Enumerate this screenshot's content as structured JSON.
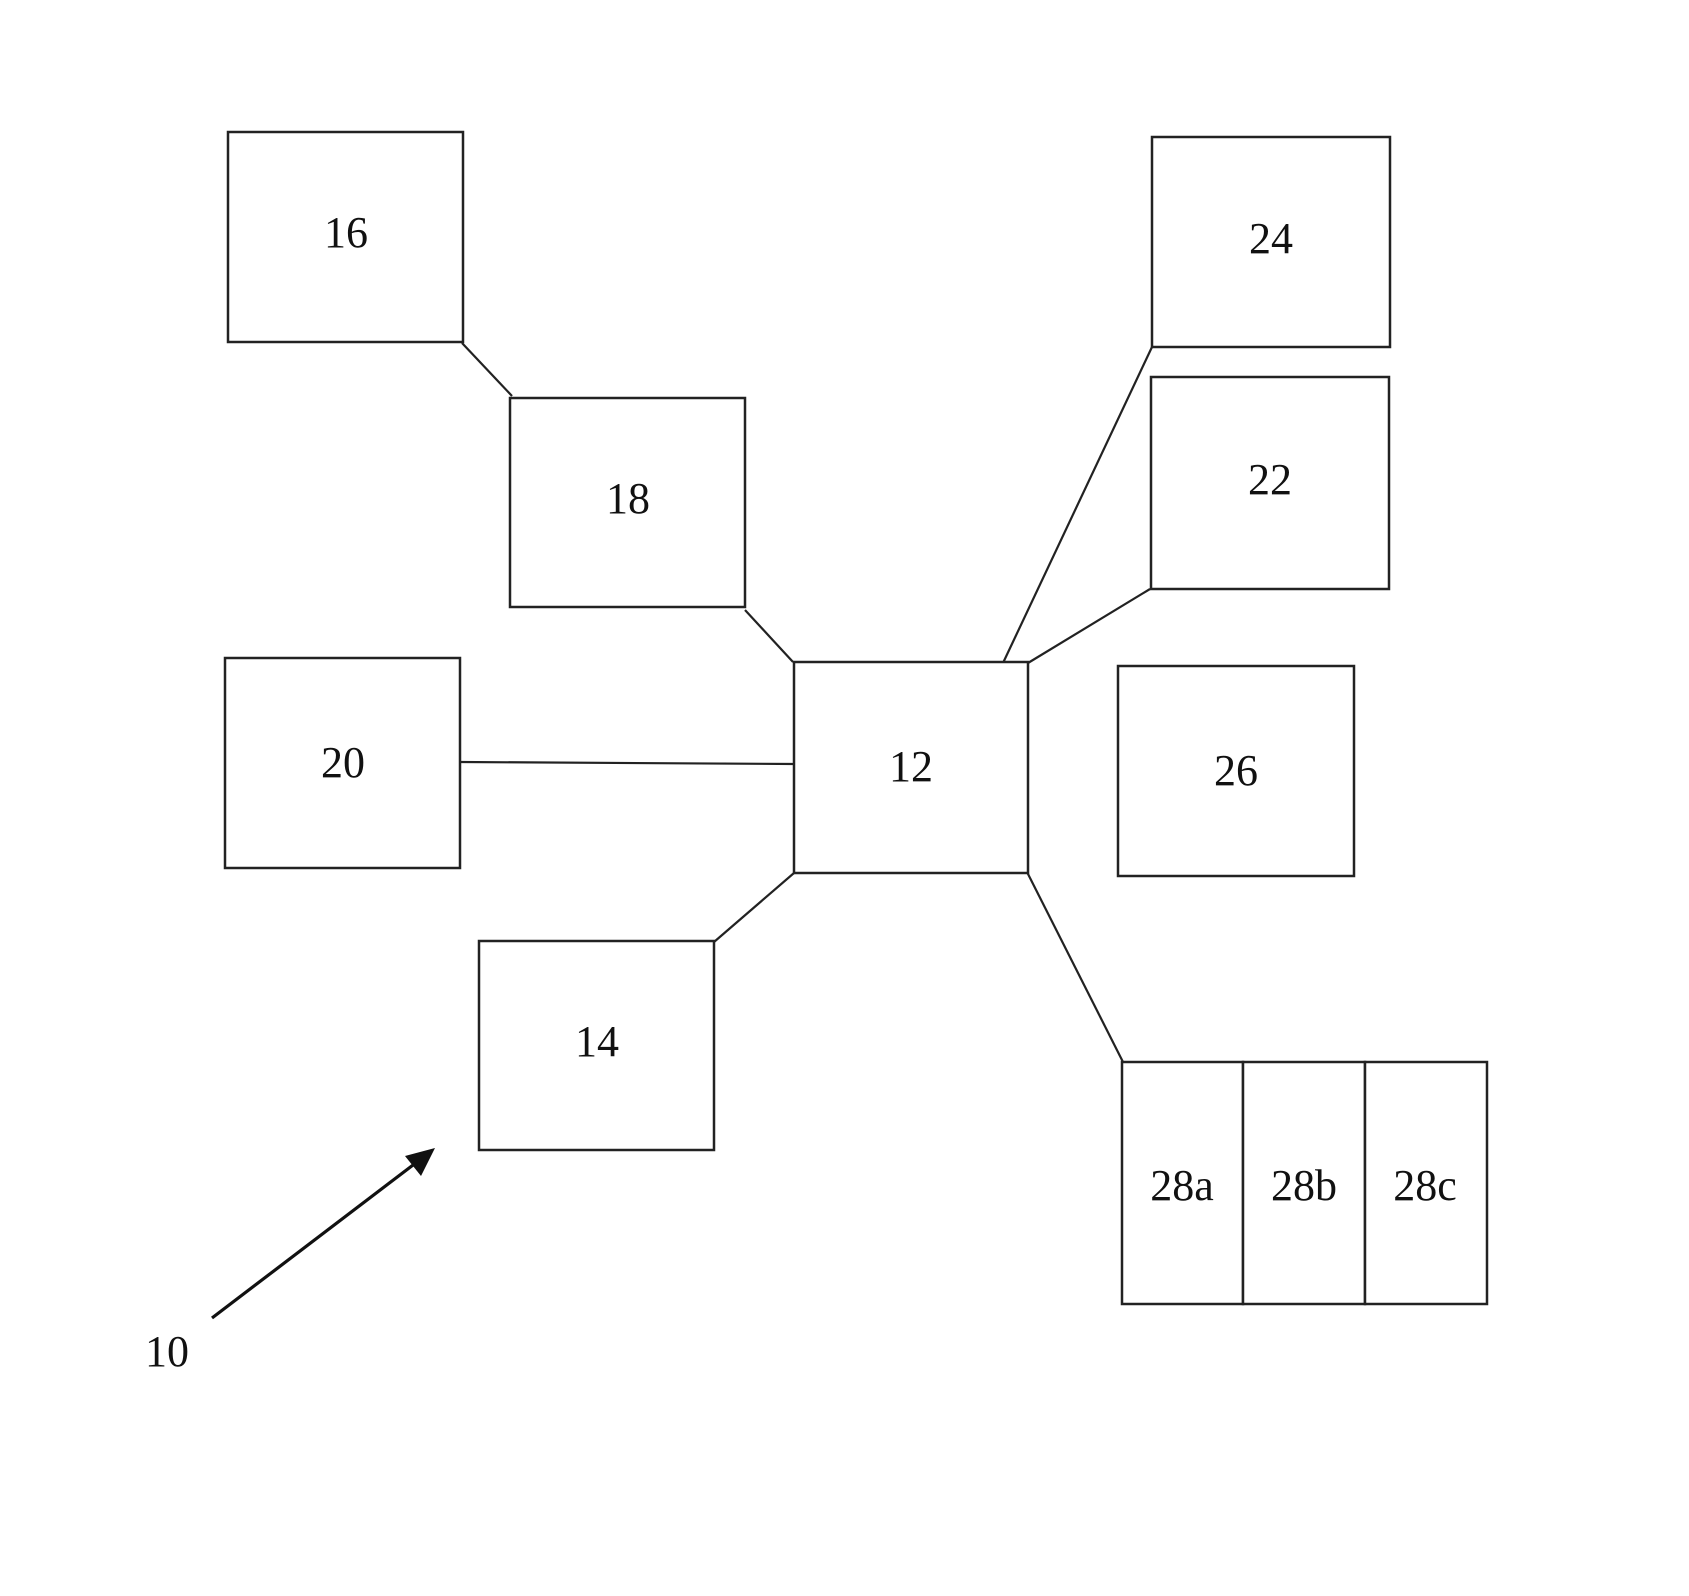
{
  "diagram": {
    "figure_ref": "10",
    "nodes": {
      "n12": "12",
      "n14": "14",
      "n16": "16",
      "n18": "18",
      "n20": "20",
      "n22": "22",
      "n24": "24",
      "n26": "26",
      "n28a": "28a",
      "n28b": "28b",
      "n28c": "28c"
    },
    "connections": [
      [
        "16",
        "18"
      ],
      [
        "18",
        "12"
      ],
      [
        "20",
        "12"
      ],
      [
        "14",
        "12"
      ],
      [
        "24",
        "12"
      ],
      [
        "22",
        "12"
      ],
      [
        "12",
        "28a"
      ]
    ]
  }
}
